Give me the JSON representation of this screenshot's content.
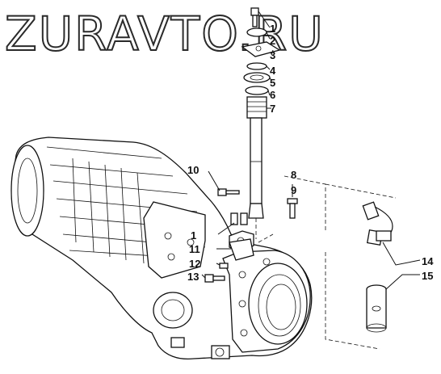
{
  "watermark": "ZURAVTO.RU",
  "callouts": [
    {
      "id": "c1a",
      "text": "1"
    },
    {
      "id": "c2",
      "text": "2"
    },
    {
      "id": "c3",
      "text": "3"
    },
    {
      "id": "c4",
      "text": "4"
    },
    {
      "id": "c5",
      "text": "5"
    },
    {
      "id": "c6",
      "text": "6"
    },
    {
      "id": "c7",
      "text": "7"
    },
    {
      "id": "c10",
      "text": "10"
    },
    {
      "id": "c8",
      "text": "8"
    },
    {
      "id": "c9",
      "text": "9"
    },
    {
      "id": "c1b",
      "text": "1"
    },
    {
      "id": "c11",
      "text": "11"
    },
    {
      "id": "c12",
      "text": "12"
    },
    {
      "id": "c13",
      "text": "13"
    },
    {
      "id": "c14",
      "text": "14"
    },
    {
      "id": "c15",
      "text": "15"
    }
  ]
}
